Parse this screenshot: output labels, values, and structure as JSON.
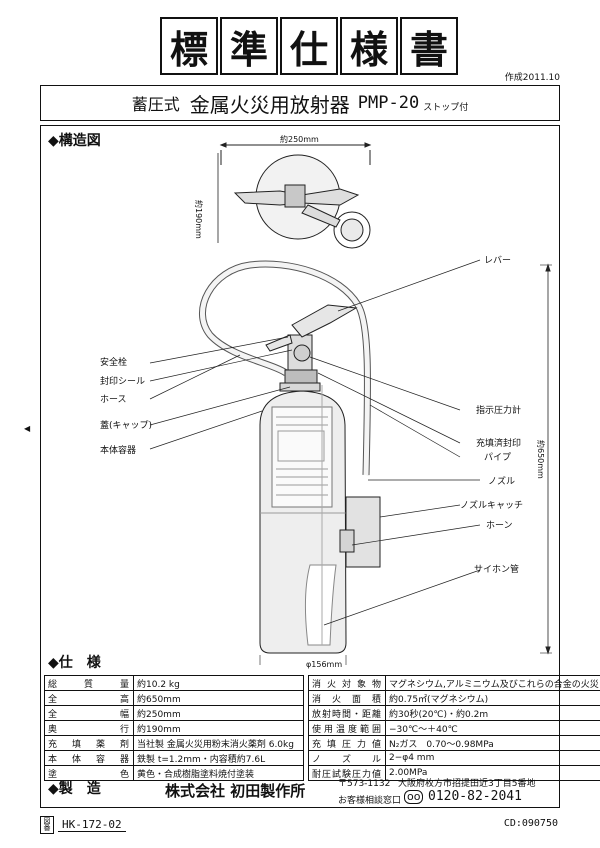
{
  "title_chars": [
    "標",
    "準",
    "仕",
    "様",
    "書"
  ],
  "date": "作成2011.10",
  "subtitle": {
    "prefix": "蓄圧式",
    "main": "金属火災用放射器",
    "model": "PMP-20",
    "suffix": "ストップ付"
  },
  "structure_heading": "◆構造図",
  "dimensions": {
    "width": "約250mm",
    "depth": "約190mm",
    "height": "約650mm",
    "diameter": "φ156mm"
  },
  "labels_left": {
    "safety_pin": "安全栓",
    "seal": "封印シール",
    "hose": "ホース",
    "cap": "蓋(キャップ)",
    "body": "本体容器"
  },
  "labels_right": {
    "lever": "レバー",
    "gauge": "指示圧力計",
    "inspected_seal": "充填済封印",
    "pipe": "パイプ",
    "nozzle": "ノズル",
    "nozzle_catch": "ノズルキャッチ",
    "horn": "ホーン",
    "siphon": "サイホン管"
  },
  "spec_heading": "◆仕　様",
  "spec_left": [
    {
      "label": "総質量",
      "value": "約10.2 kg"
    },
    {
      "label": "全高",
      "value": "約650mm"
    },
    {
      "label": "全幅",
      "value": "約250mm"
    },
    {
      "label": "奥行",
      "value": "約190mm"
    },
    {
      "label": "充填薬剤",
      "value": "当社製 金属火災用粉末消火薬剤 6.0kg"
    },
    {
      "label": "本体容器",
      "value": "鉄製 t=1.2mm・内容積約7.6L"
    },
    {
      "label": "塗色",
      "value": "黄色・合成樹脂塗料焼付塗装"
    }
  ],
  "spec_right": [
    {
      "label": "消火対象物",
      "value": "マグネシウム,アルミニウム及びこれらの合金の火災"
    },
    {
      "label": "消火面積",
      "value": "約0.75㎡(マグネシウム)"
    },
    {
      "label": "放射時間・距離",
      "value": "約30秒(20℃)・約0.2m"
    },
    {
      "label": "使用温度範囲",
      "value": "−30℃〜＋40℃"
    },
    {
      "label": "充填圧力値",
      "value": "N₂ガス　0.70〜0.98MPa"
    },
    {
      "label": "ノズル",
      "value": "2−φ4 mm"
    },
    {
      "label": "耐圧試験圧力値",
      "value": "2.00MPa"
    }
  ],
  "maker_heading": "◆製　造",
  "maker": {
    "name": "株式会社 初田製作所",
    "postal": "〒573-1132",
    "address": "大阪府枚方市招提田近3丁目5番地",
    "window": "お客様相談窓口",
    "freedial": "0120-82-2041"
  },
  "doc": {
    "zuban": "図番",
    "number": "HK-172-02",
    "cd": "CD:090750"
  }
}
